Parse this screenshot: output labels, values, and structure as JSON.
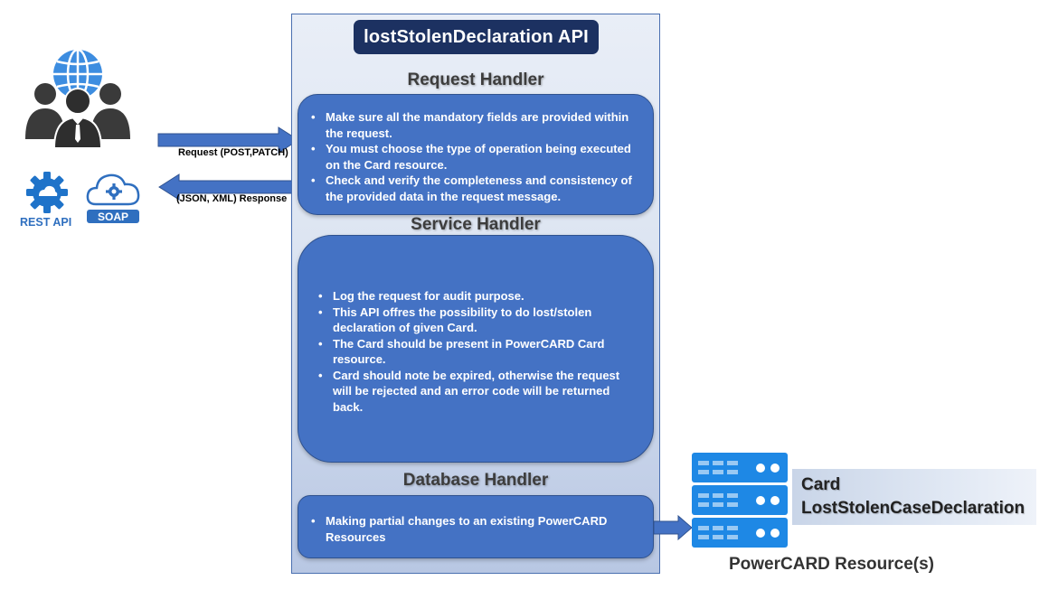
{
  "api": {
    "title": "lostStolenDeclaration  API"
  },
  "request_handler": {
    "title": "Request Handler",
    "items": [
      "Make sure all the mandatory fields are provided within the request.",
      "You must choose the type of operation being executed on the Card resource.",
      "Check and verify the completeness and consistency of the provided data in the request message."
    ]
  },
  "service_handler": {
    "title": "Service Handler",
    "items": [
      "Log the request for audit purpose.",
      "This API offres the possibility to do lost/stolen declaration  of given Card.",
      "The Card should be present in PowerCARD Card resource.",
      "Card should note be expired, otherwise the request will be rejected and an error code will be returned back."
    ]
  },
  "database_handler": {
    "title": "Database Handler",
    "items": [
      "Making partial changes to an existing PowerCARD Resources"
    ]
  },
  "arrows": {
    "request_label": "Request (POST,PATCH)",
    "response_label": "(JSON, XML) Response"
  },
  "clients": {
    "rest_label": "REST API",
    "soap_label": "SOAP"
  },
  "resource": {
    "line1": "Card",
    "line2": "LostStolenCaseDeclaration",
    "caption": "PowerCARD Resource(s)"
  },
  "colors": {
    "box_fill": "#4472c4",
    "title_fill": "#1c3161",
    "icon_blue": "#2f6fbf",
    "server_blue": "#1e88e5"
  }
}
